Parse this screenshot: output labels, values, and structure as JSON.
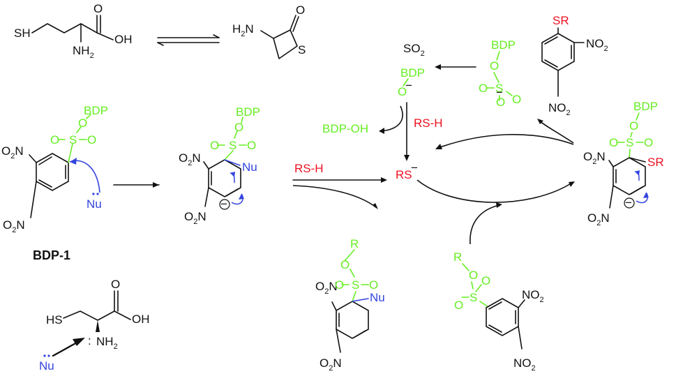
{
  "colors": {
    "black": "#111111",
    "green": "#66ee22",
    "blue": "#3344dd",
    "red": "#ee1122"
  },
  "labels": {
    "sh": "SH",
    "hs": "HS",
    "o": "O",
    "oh": "OH",
    "nh": "NH",
    "h2n": "H",
    "n": "N",
    "s": "S",
    "bdp": "BDP",
    "bdp_oh": "BDP-OH",
    "so": "SO",
    "rs_h": "RS-H",
    "rs": "RS",
    "sr": "SR",
    "r": "R",
    "nu": "Nu",
    "no": "NO",
    "o2n_o": "O",
    "o2n_n": "N",
    "two": "2",
    "minus": "−",
    "bdp1": "BDP-1",
    "colon": ":"
  }
}
